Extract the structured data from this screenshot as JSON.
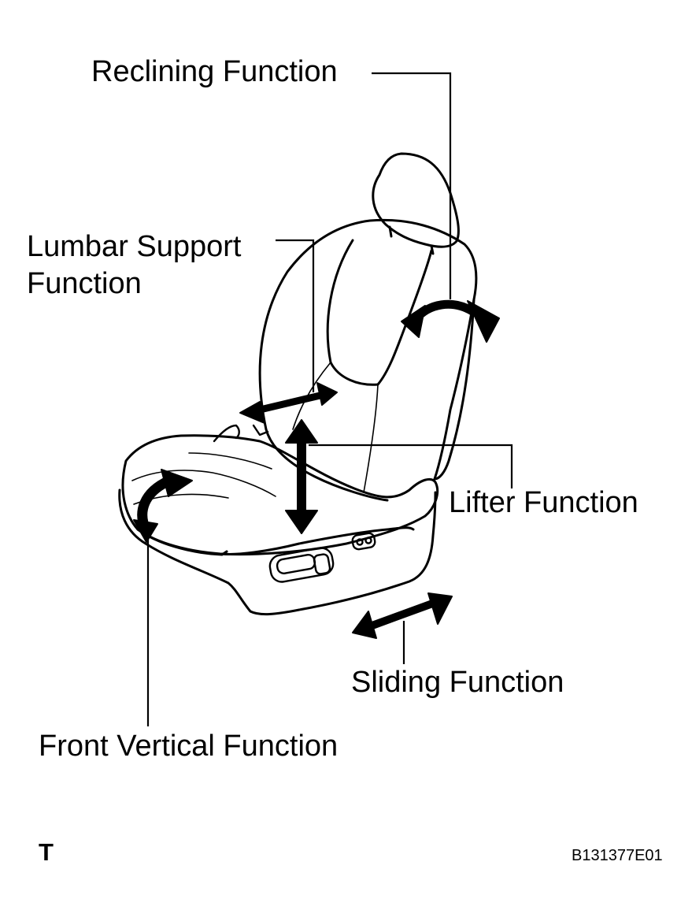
{
  "labels": {
    "reclining": "Reclining Function",
    "lumbar_line1": "Lumbar Support",
    "lumbar_line2": "Function",
    "lifter": "Lifter Function",
    "sliding": "Sliding Function",
    "front_vertical": "Front Vertical Function"
  },
  "footer": {
    "letter": "T",
    "figure_code": "B131377E01"
  },
  "colors": {
    "ink": "#000000",
    "background": "#ffffff"
  }
}
